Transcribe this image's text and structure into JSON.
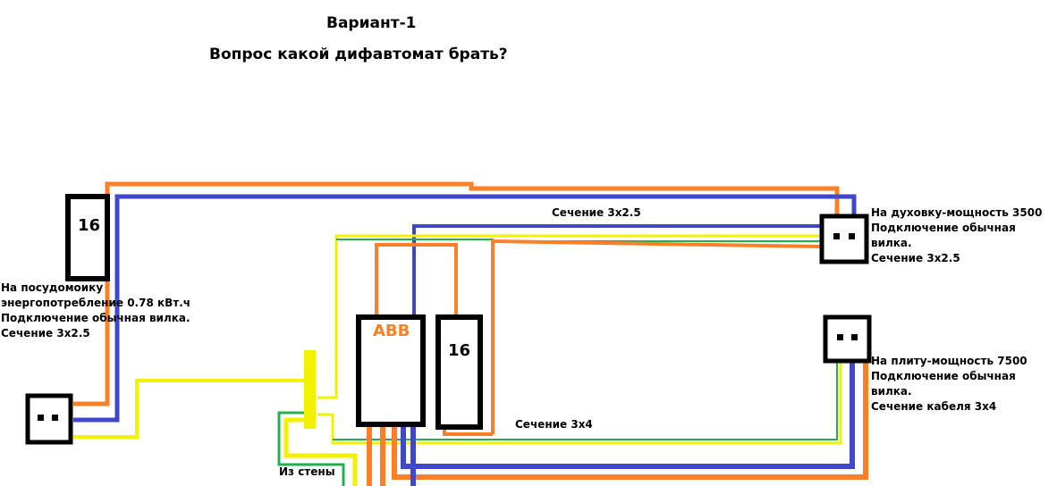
{
  "title": "Вариант-1",
  "subtitle": "Вопрос какой дифавтомат брать?",
  "colors": {
    "orange": "#ff7f27",
    "blue": "#3f48cc",
    "yellow": "#f2f200",
    "green": "#22b14c",
    "black": "#000000"
  },
  "breakers": {
    "left_rating": "16",
    "center_rating": "16",
    "rcbo_brand": "ABB"
  },
  "labels": {
    "dishwasher": "На посудомоику\nэнергопотребление 0.78 кВт.ч\nПодключение обычная вилка.\nСечение 3x2.5",
    "oven": "На духовку-мощность 3500\nПодключение обычная\nвилка.\nСечение 3x2.5",
    "stove": "На плиту-мощность 7500\nПодключение обычная\nвилка.\nСечение кабеля 3x4",
    "section_top": "Сечение 3x2.5",
    "section_bottom": "Сечение 3x4",
    "from_wall": "Из стены"
  }
}
